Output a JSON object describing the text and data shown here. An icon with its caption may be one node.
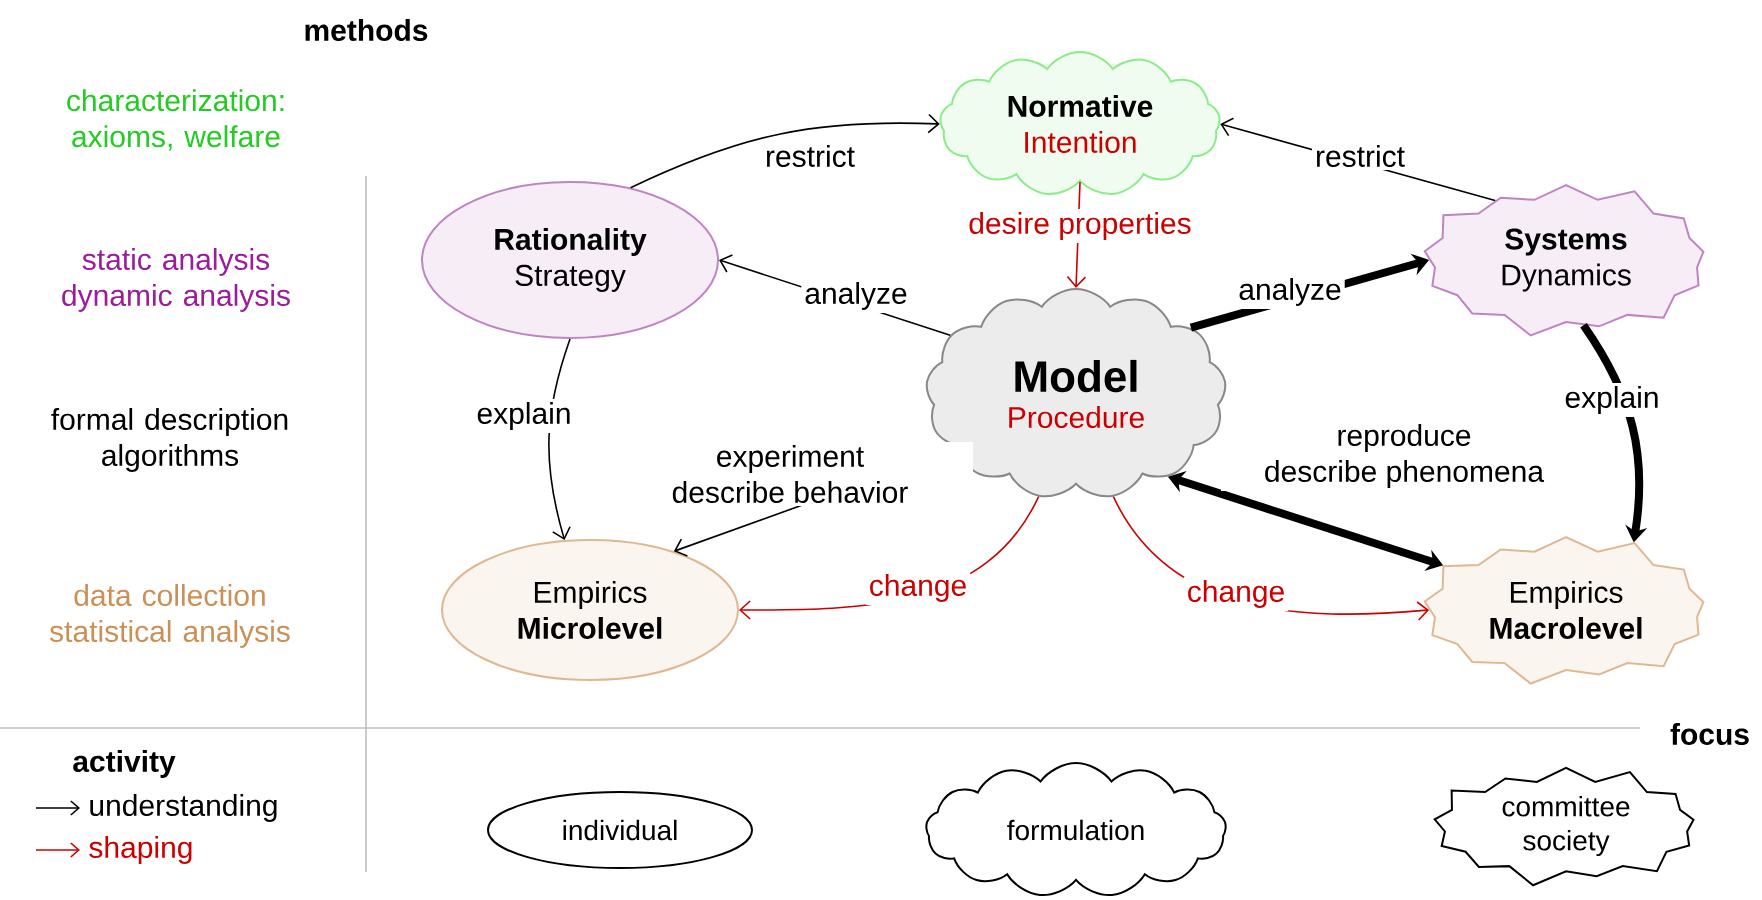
{
  "diagram": {
    "nodes": [
      {
        "text": [
          "Normative",
          "Intention"
        ]
      },
      {
        "text": [
          "Rationality",
          "Strategy"
        ]
      },
      {
        "text": [
          "Systems",
          "Dynamics"
        ]
      },
      {
        "text": [
          "Model",
          "Procedure"
        ]
      },
      {
        "text": [
          "Empirics",
          "Microlevel"
        ]
      },
      {
        "text": [
          "Empirics",
          "Macrolevel"
        ]
      },
      {
        "text": [
          "individual"
        ]
      },
      {
        "text": [
          "formulation"
        ]
      },
      {
        "text": [
          "committee society"
        ]
      }
    ],
    "edges": [
      {
        "from": 1,
        "to": 0,
        "arrow": "to",
        "label": "restrict"
      },
      {
        "from": 2,
        "to": 0,
        "arrow": "to",
        "label": "restrict"
      },
      {
        "from": 0,
        "to": 3,
        "arrow": "to",
        "label": "desire properties",
        "color": "#cc0000"
      },
      {
        "from": 3,
        "to": 1,
        "arrow": "to",
        "label": "analyze"
      },
      {
        "from": 3,
        "to": 2,
        "arrow": "to",
        "label": "analyze",
        "style": "thick"
      },
      {
        "from": 1,
        "to": 4,
        "arrow": "to",
        "label": "explain"
      },
      {
        "from": 2,
        "to": 5,
        "arrow": "to",
        "label": "explain",
        "style": "thick"
      },
      {
        "from": 3,
        "to": 4,
        "arrow": "to",
        "label": "experiment describe behavior"
      },
      {
        "from": 3,
        "to": 5,
        "arrow": "both",
        "label": "reproduce describe phenomena",
        "style": "thick"
      },
      {
        "from": 3,
        "to": 4,
        "arrow": "to",
        "label": "change",
        "color": "#cc0000"
      },
      {
        "from": 3,
        "to": 5,
        "arrow": "to",
        "label": "change",
        "color": "#cc0000"
      }
    ],
    "labels": [
      "methods",
      "characterization: axioms, welfare",
      "static analysis dynamic analysis",
      "formal description algorithms",
      "data collection statistical analysis",
      "focus",
      "activity"
    ],
    "legend": [
      {
        "text": "understanding"
      },
      {
        "text": "shaping"
      }
    ]
  }
}
